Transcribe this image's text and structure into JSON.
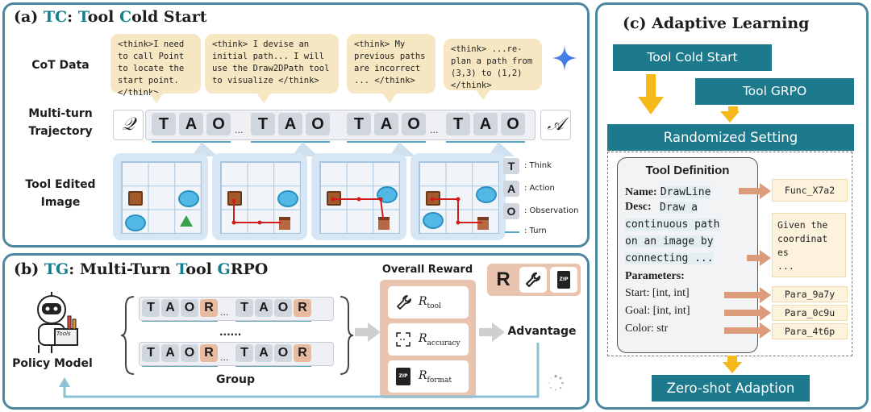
{
  "panel_a": {
    "title_prefix": "(a) ",
    "title_tc": "TC",
    "title_colon": ": ",
    "title_t": "T",
    "title_ool": "ool ",
    "title_c": "C",
    "title_rest": "old Start",
    "cot_label": "CoT Data",
    "traj_label": "Multi-turn Trajectory",
    "img_label": "Tool Edited Image",
    "bubbles": [
      "<think>I need to call Point to locate the start point.</think>",
      "<think> I devise an initial path... I will use the Draw2DPath tool to visualize </think>",
      "<think> My previous paths are incorrect ... </think>",
      "<think> ...re-plan a path from (3,3) to (1,2) </think>"
    ],
    "q_symbol": "𝒬",
    "a_symbol": "𝒜",
    "tokens": [
      "T",
      "A",
      "O"
    ],
    "ellipsis": "...",
    "legend": [
      {
        "key": "T",
        "text": ": Think"
      },
      {
        "key": "A",
        "text": ": Action"
      },
      {
        "key": "O",
        "text": ": Observation"
      },
      {
        "key": "",
        "text": ": Turn"
      }
    ]
  },
  "panel_b": {
    "title_prefix": "(b) ",
    "title_tg": "TG",
    "title_colon": ": Multi-Turn ",
    "title_t": "T",
    "title_ool": "ool ",
    "title_g": "G",
    "title_rest": "RPO",
    "policy_label": "Policy Model",
    "robot_tag": "Tools",
    "group_label": "Group",
    "group_dots": "......",
    "row_tokens": [
      "T",
      "A",
      "O",
      "R"
    ],
    "reward_title": "Overall Reward",
    "reward_r": "R",
    "rewards": [
      {
        "sym": "R",
        "sub": "tool"
      },
      {
        "sym": "R",
        "sub": "accuracy"
      },
      {
        "sym": "R",
        "sub": "format"
      }
    ],
    "zip_label": "ZIP",
    "advantage_label": "Advantage"
  },
  "panel_c": {
    "title": "(c) Adaptive Learning",
    "cold_start": "Tool Cold Start",
    "grpo": "Tool GRPO",
    "randomized": "Randomized Setting",
    "def_title": "Tool Definition",
    "name_key": "Name:",
    "name_val": "DrawLine",
    "desc_key": "Desc:",
    "desc_lines": [
      "Draw a",
      "continuous path",
      "on an image by",
      "connecting ..."
    ],
    "params_key": "Parameters:",
    "params": [
      "Start: [int, int]",
      "Goal: [int, int]",
      "Color: str"
    ],
    "func_name": "Func_X7a2",
    "func_desc_lines": [
      "Given the",
      "coordinat",
      "es",
      "..."
    ],
    "para_names": [
      "Para_9a7y",
      "Para_0c9u",
      "Para_4t6p"
    ],
    "zero_shot": "Zero-shot Adaption"
  },
  "colors": {
    "panel_border": "#4d86a0",
    "teal": "#1c7a8c",
    "accent_text": "#14808e",
    "bubble": "#f7e6c2",
    "token": "#cfd6de",
    "reward_token": "#e8bba0",
    "reward_box": "#e9c3ad",
    "yellow_arrow": "#f6b91c",
    "salmon_arrow": "#dc9c7a",
    "func_box": "#fdf3dc"
  }
}
